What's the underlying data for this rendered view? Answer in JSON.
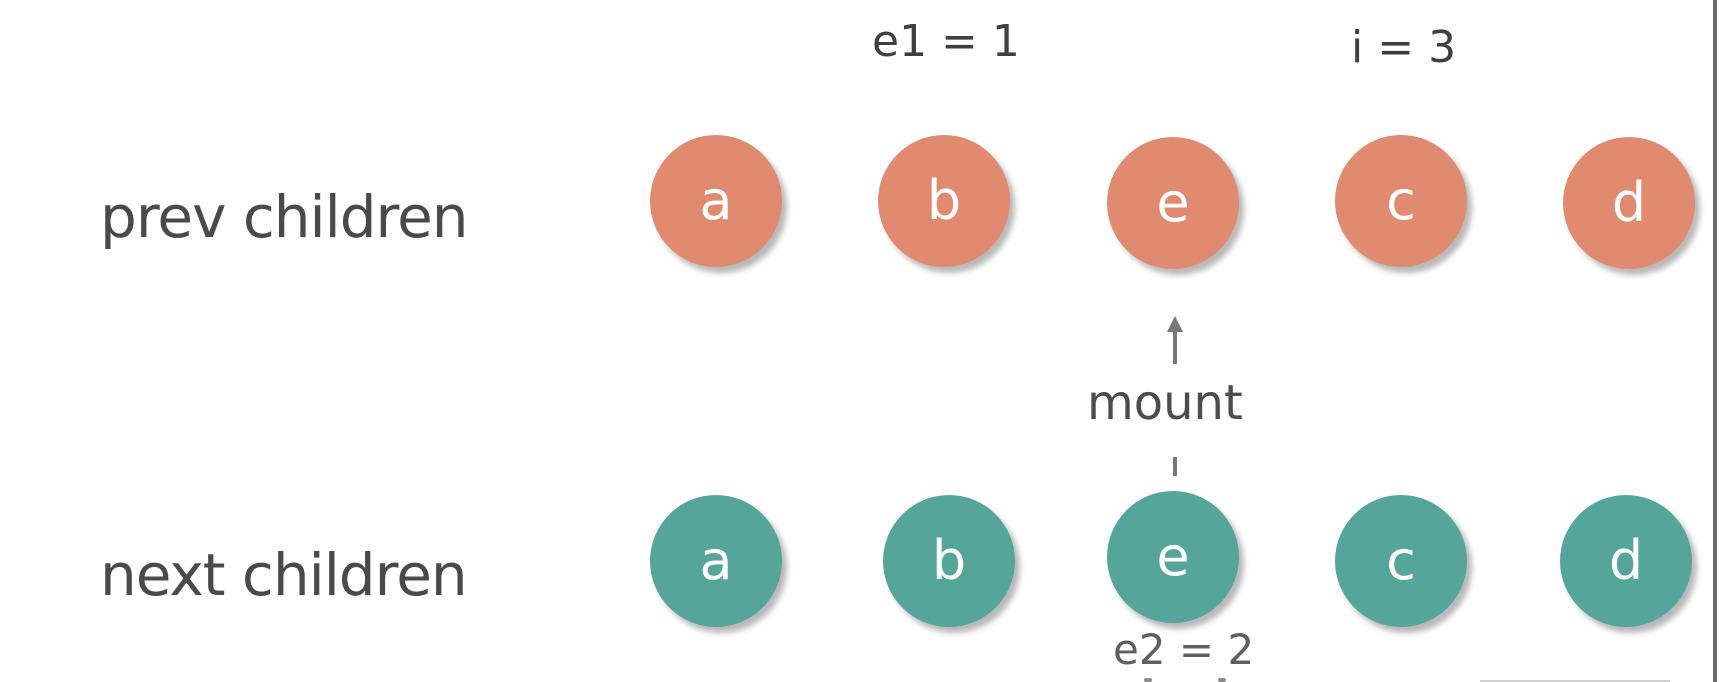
{
  "rows": {
    "prev": {
      "label": "prev children",
      "color": "#e08a70",
      "nodes": [
        "a",
        "b",
        "e",
        "c",
        "d"
      ]
    },
    "next": {
      "label": "next children",
      "color": "#56a59a",
      "nodes": [
        "a",
        "b",
        "e",
        "c",
        "d"
      ]
    }
  },
  "pointers": {
    "e1": "e1 = 1",
    "i": "i = 3",
    "e2": "e2 = 2"
  },
  "operation": {
    "label": "mount",
    "arrow_color": "#777777"
  }
}
